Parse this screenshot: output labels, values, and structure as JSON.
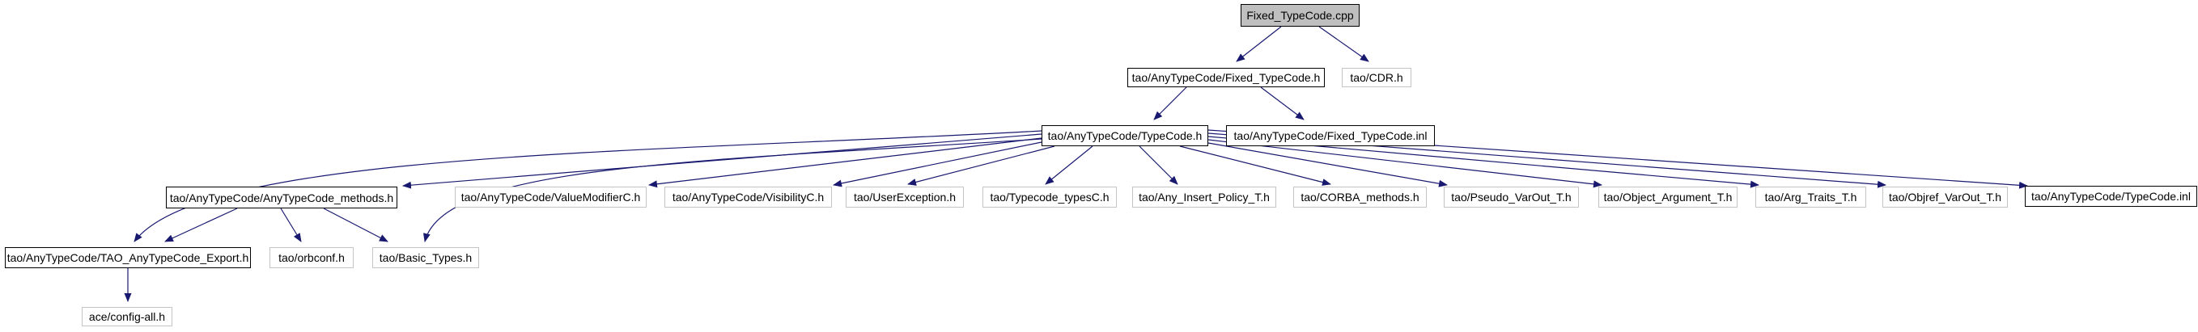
{
  "diagram": {
    "type": "include-dependency-graph",
    "root_file": "Fixed_TypeCode.cpp",
    "colors": {
      "background": "#ffffff",
      "edge": "#191970",
      "documented_node_border": "#000000",
      "external_node_border": "#c4c4c4",
      "root_node_fill": "#bfbfbf",
      "node_fill": "#ffffff",
      "text": "#000000"
    }
  },
  "nodes": [
    {
      "label": "Fixed_TypeCode.cpp",
      "style": "root"
    },
    {
      "label": "tao/AnyTypeCode/Fixed_TypeCode.h",
      "style": "linked"
    },
    {
      "label": "tao/CDR.h",
      "style": "plain"
    },
    {
      "label": "tao/AnyTypeCode/TypeCode.h",
      "style": "linked"
    },
    {
      "label": "tao/AnyTypeCode/Fixed_TypeCode.inl",
      "style": "linked"
    },
    {
      "label": "tao/AnyTypeCode/AnyTypeCode_methods.h",
      "style": "linked"
    },
    {
      "label": "tao/AnyTypeCode/ValueModifierC.h",
      "style": "plain"
    },
    {
      "label": "tao/AnyTypeCode/VisibilityC.h",
      "style": "plain"
    },
    {
      "label": "tao/UserException.h",
      "style": "plain"
    },
    {
      "label": "tao/Typecode_typesC.h",
      "style": "plain"
    },
    {
      "label": "tao/Any_Insert_Policy_T.h",
      "style": "plain"
    },
    {
      "label": "tao/CORBA_methods.h",
      "style": "plain"
    },
    {
      "label": "tao/Pseudo_VarOut_T.h",
      "style": "plain"
    },
    {
      "label": "tao/Object_Argument_T.h",
      "style": "plain"
    },
    {
      "label": "tao/Arg_Traits_T.h",
      "style": "plain"
    },
    {
      "label": "tao/Objref_VarOut_T.h",
      "style": "plain"
    },
    {
      "label": "tao/AnyTypeCode/TypeCode.inl",
      "style": "linked"
    },
    {
      "label": "tao/AnyTypeCode/TAO_AnyTypeCode_Export.h",
      "style": "linked"
    },
    {
      "label": "tao/orbconf.h",
      "style": "plain"
    },
    {
      "label": "tao/Basic_Types.h",
      "style": "plain"
    },
    {
      "label": "ace/config-all.h",
      "style": "plain"
    }
  ],
  "edges": [
    [
      "Fixed_TypeCode.cpp",
      "tao/AnyTypeCode/Fixed_TypeCode.h"
    ],
    [
      "Fixed_TypeCode.cpp",
      "tao/CDR.h"
    ],
    [
      "tao/AnyTypeCode/Fixed_TypeCode.h",
      "tao/AnyTypeCode/TypeCode.h"
    ],
    [
      "tao/AnyTypeCode/Fixed_TypeCode.h",
      "tao/AnyTypeCode/Fixed_TypeCode.inl"
    ],
    [
      "tao/AnyTypeCode/TypeCode.h",
      "tao/AnyTypeCode/AnyTypeCode_methods.h"
    ],
    [
      "tao/AnyTypeCode/TypeCode.h",
      "tao/AnyTypeCode/ValueModifierC.h"
    ],
    [
      "tao/AnyTypeCode/TypeCode.h",
      "tao/AnyTypeCode/VisibilityC.h"
    ],
    [
      "tao/AnyTypeCode/TypeCode.h",
      "tao/UserException.h"
    ],
    [
      "tao/AnyTypeCode/TypeCode.h",
      "tao/Typecode_typesC.h"
    ],
    [
      "tao/AnyTypeCode/TypeCode.h",
      "tao/Any_Insert_Policy_T.h"
    ],
    [
      "tao/AnyTypeCode/TypeCode.h",
      "tao/CORBA_methods.h"
    ],
    [
      "tao/AnyTypeCode/TypeCode.h",
      "tao/Pseudo_VarOut_T.h"
    ],
    [
      "tao/AnyTypeCode/TypeCode.h",
      "tao/Object_Argument_T.h"
    ],
    [
      "tao/AnyTypeCode/TypeCode.h",
      "tao/Arg_Traits_T.h"
    ],
    [
      "tao/AnyTypeCode/TypeCode.h",
      "tao/Objref_VarOut_T.h"
    ],
    [
      "tao/AnyTypeCode/TypeCode.h",
      "tao/AnyTypeCode/TypeCode.inl"
    ],
    [
      "tao/AnyTypeCode/TypeCode.h",
      "tao/AnyTypeCode/TAO_AnyTypeCode_Export.h"
    ],
    [
      "tao/AnyTypeCode/TypeCode.h",
      "tao/Basic_Types.h"
    ],
    [
      "tao/AnyTypeCode/AnyTypeCode_methods.h",
      "tao/AnyTypeCode/TAO_AnyTypeCode_Export.h"
    ],
    [
      "tao/AnyTypeCode/AnyTypeCode_methods.h",
      "tao/orbconf.h"
    ],
    [
      "tao/AnyTypeCode/AnyTypeCode_methods.h",
      "tao/Basic_Types.h"
    ],
    [
      "tao/AnyTypeCode/TAO_AnyTypeCode_Export.h",
      "ace/config-all.h"
    ]
  ]
}
